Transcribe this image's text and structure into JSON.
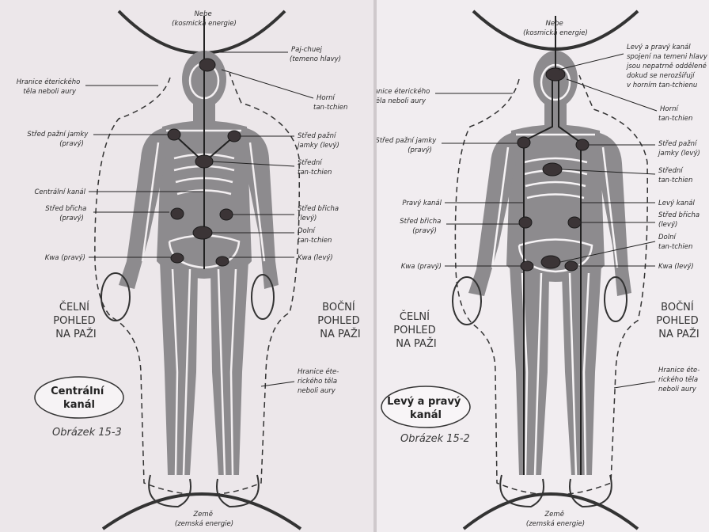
{
  "left_figure": {
    "heaven": [
      "Nebe",
      "(kosmická energie)"
    ],
    "earth": [
      "Země",
      "(zemská energie)"
    ],
    "labels": {
      "paj_chuej": [
        "Paj-chuej",
        "(temeno hlavy)"
      ],
      "aura_boundary": [
        "Hranice éterického",
        "těla neboli aury"
      ],
      "upper_dantian": [
        "Horní",
        "tan-tchien"
      ],
      "armpit_right": [
        "Střed pažní jamky",
        "(pravý)"
      ],
      "armpit_left": [
        "Střed pažní",
        "jamky (levý)"
      ],
      "middle_dantian": [
        "Střední",
        "tan-tchien"
      ],
      "central_channel": "Centrální kanál",
      "belly_right": [
        "Střed břicha",
        "(pravý)"
      ],
      "belly_left": [
        "Střed břicha",
        "(levý)"
      ],
      "lower_dantian": [
        "Dolní",
        "tan-tchien"
      ],
      "kwa_right": "Kwa (pravý)",
      "kwa_left": "Kwa (levý)",
      "aura_boundary_lower": [
        "Hranice éte-",
        "rického těla",
        "neboli aury"
      ]
    },
    "front_view": [
      "ČELNÍ",
      "POHLED",
      "NA PAŽI"
    ],
    "side_view": [
      "BOČNÍ",
      "POHLED",
      "NA PAŽI"
    ],
    "title_box": [
      "Centrální",
      "kanál"
    ],
    "caption": "Obrázek 15-3"
  },
  "right_figure": {
    "heaven": [
      "Nebe",
      "(kosmická energie)"
    ],
    "earth": [
      "Země",
      "(zemská energie)"
    ],
    "labels": {
      "channels_joined": [
        "Levý a pravý kanál",
        "spojení na temeni hlavy",
        "jsou nepatrně oddělené",
        "dokud se nerozšiřují",
        "v horním tan-tchienu"
      ],
      "aura_boundary": [
        "Hranice éterického",
        "těla neboli aury"
      ],
      "upper_dantian": [
        "Horní",
        "tan-tchien"
      ],
      "armpit_right": [
        "Střed pažní jamky",
        "(pravý)"
      ],
      "armpit_left": [
        "Střed pažní",
        "jamky (levý)"
      ],
      "middle_dantian": [
        "Střední",
        "tan-tchien"
      ],
      "right_channel": "Pravý kanál",
      "left_channel": "Levý kanál",
      "belly_right": [
        "Střed břicha",
        "(pravý)"
      ],
      "belly_left": [
        "Střed břicha",
        "(levý)"
      ],
      "lower_dantian": [
        "Dolní",
        "tan-tchien"
      ],
      "kwa_right": "Kwa (pravý)",
      "kwa_left": "Kwa (levý)",
      "aura_boundary_lower": [
        "Hranice éte-",
        "rického těla",
        "neboli aury"
      ]
    },
    "front_view": [
      "ČELNÍ",
      "POHLED",
      "NA PAŽI"
    ],
    "side_view": [
      "BOČNÍ",
      "POHLED",
      "NA PAŽI"
    ],
    "title_box": [
      "Levý a pravý",
      "kanál"
    ],
    "caption": "Obrázek 15-2"
  }
}
